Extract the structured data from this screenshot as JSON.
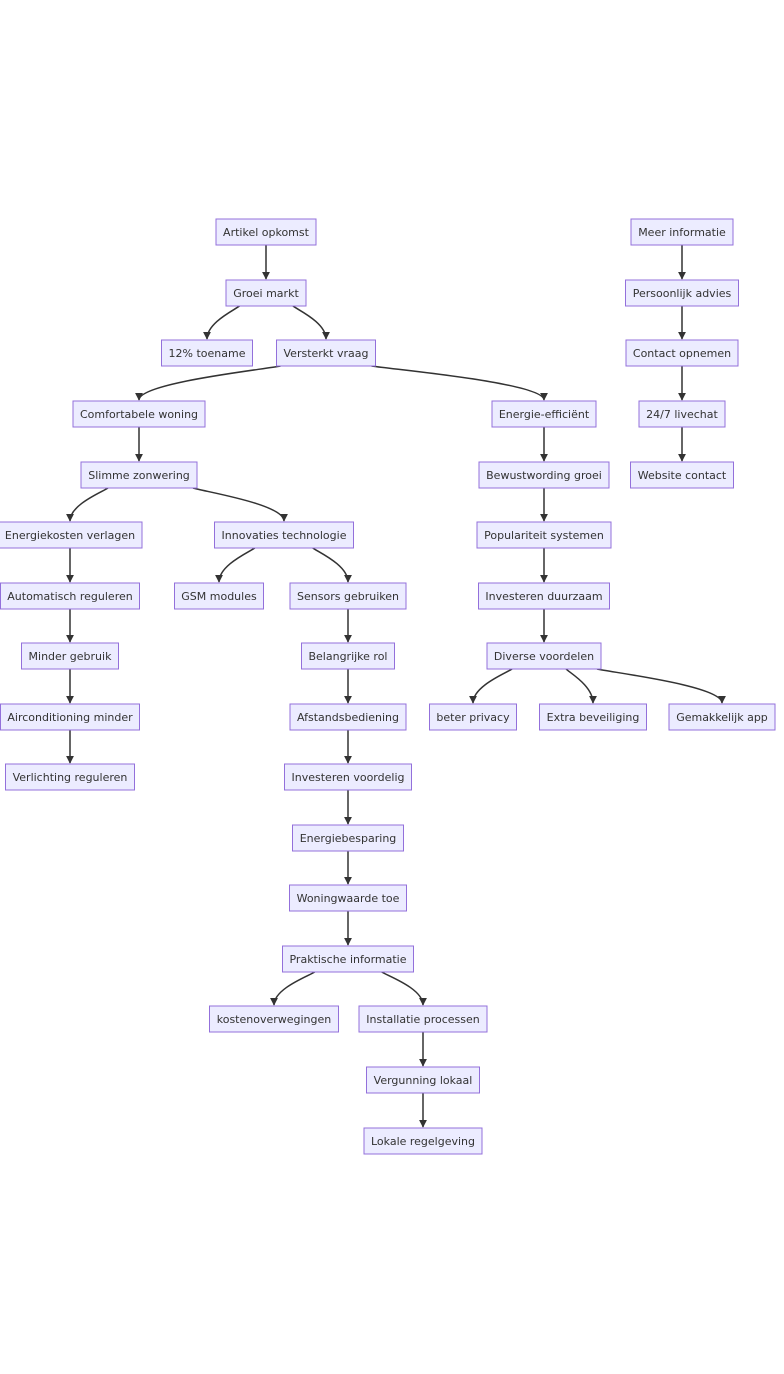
{
  "colors": {
    "node_fill": "#ECECFF",
    "node_stroke": "#9370DB",
    "edge": "#333333",
    "text": "#333333",
    "background": "#FFFFFF"
  },
  "nodes": [
    {
      "id": "artikel",
      "label": "Artikel opkomst"
    },
    {
      "id": "groei",
      "label": "Groei markt"
    },
    {
      "id": "toename",
      "label": "12% toename"
    },
    {
      "id": "vraag",
      "label": "Versterkt vraag"
    },
    {
      "id": "comfort",
      "label": "Comfortabele woning"
    },
    {
      "id": "energieeff",
      "label": "Energie-efficiënt"
    },
    {
      "id": "slimme",
      "label": "Slimme zonwering"
    },
    {
      "id": "bewust",
      "label": "Bewustwording groei"
    },
    {
      "id": "kosten",
      "label": "Energiekosten verlagen"
    },
    {
      "id": "innov",
      "label": "Innovaties technologie"
    },
    {
      "id": "popular",
      "label": "Populariteit systemen"
    },
    {
      "id": "autoreg",
      "label": "Automatisch reguleren"
    },
    {
      "id": "gsm",
      "label": "GSM modules"
    },
    {
      "id": "sensors",
      "label": "Sensors gebruiken"
    },
    {
      "id": "invduur",
      "label": "Investeren duurzaam"
    },
    {
      "id": "minder",
      "label": "Minder gebruik"
    },
    {
      "id": "belang",
      "label": "Belangrijke rol"
    },
    {
      "id": "diverse",
      "label": "Diverse voordelen"
    },
    {
      "id": "airco",
      "label": "Airconditioning minder"
    },
    {
      "id": "afstand",
      "label": "Afstandsbediening"
    },
    {
      "id": "privacy",
      "label": "beter privacy"
    },
    {
      "id": "beveil",
      "label": "Extra beveiliging"
    },
    {
      "id": "app",
      "label": "Gemakkelijk app"
    },
    {
      "id": "verlicht",
      "label": "Verlichting reguleren"
    },
    {
      "id": "invvoord",
      "label": "Investeren voordelig"
    },
    {
      "id": "besparing",
      "label": "Energiebesparing"
    },
    {
      "id": "woning",
      "label": "Woningwaarde toe"
    },
    {
      "id": "prakt",
      "label": "Praktische informatie"
    },
    {
      "id": "kostover",
      "label": "kostenoverwegingen"
    },
    {
      "id": "install",
      "label": "Installatie processen"
    },
    {
      "id": "vergun",
      "label": "Vergunning lokaal"
    },
    {
      "id": "regel",
      "label": "Lokale regelgeving"
    },
    {
      "id": "meer",
      "label": "Meer informatie"
    },
    {
      "id": "advies",
      "label": "Persoonlijk advies"
    },
    {
      "id": "contact",
      "label": "Contact opnemen"
    },
    {
      "id": "chat",
      "label": "24/7 livechat"
    },
    {
      "id": "website",
      "label": "Website contact"
    }
  ],
  "edges": [
    {
      "from": "artikel",
      "to": "groei"
    },
    {
      "from": "groei",
      "to": "toename"
    },
    {
      "from": "groei",
      "to": "vraag"
    },
    {
      "from": "vraag",
      "to": "comfort"
    },
    {
      "from": "vraag",
      "to": "energieeff"
    },
    {
      "from": "comfort",
      "to": "slimme"
    },
    {
      "from": "slimme",
      "to": "kosten"
    },
    {
      "from": "slimme",
      "to": "innov"
    },
    {
      "from": "kosten",
      "to": "autoreg"
    },
    {
      "from": "autoreg",
      "to": "minder"
    },
    {
      "from": "minder",
      "to": "airco"
    },
    {
      "from": "airco",
      "to": "verlicht"
    },
    {
      "from": "innov",
      "to": "gsm"
    },
    {
      "from": "innov",
      "to": "sensors"
    },
    {
      "from": "sensors",
      "to": "belang"
    },
    {
      "from": "belang",
      "to": "afstand"
    },
    {
      "from": "afstand",
      "to": "invvoord"
    },
    {
      "from": "invvoord",
      "to": "besparing"
    },
    {
      "from": "besparing",
      "to": "woning"
    },
    {
      "from": "woning",
      "to": "prakt"
    },
    {
      "from": "prakt",
      "to": "kostover"
    },
    {
      "from": "prakt",
      "to": "install"
    },
    {
      "from": "install",
      "to": "vergun"
    },
    {
      "from": "vergun",
      "to": "regel"
    },
    {
      "from": "energieeff",
      "to": "bewust"
    },
    {
      "from": "bewust",
      "to": "popular"
    },
    {
      "from": "popular",
      "to": "invduur"
    },
    {
      "from": "invduur",
      "to": "diverse"
    },
    {
      "from": "diverse",
      "to": "privacy"
    },
    {
      "from": "diverse",
      "to": "beveil"
    },
    {
      "from": "diverse",
      "to": "app"
    },
    {
      "from": "meer",
      "to": "advies"
    },
    {
      "from": "advies",
      "to": "contact"
    },
    {
      "from": "contact",
      "to": "chat"
    },
    {
      "from": "chat",
      "to": "website"
    }
  ]
}
